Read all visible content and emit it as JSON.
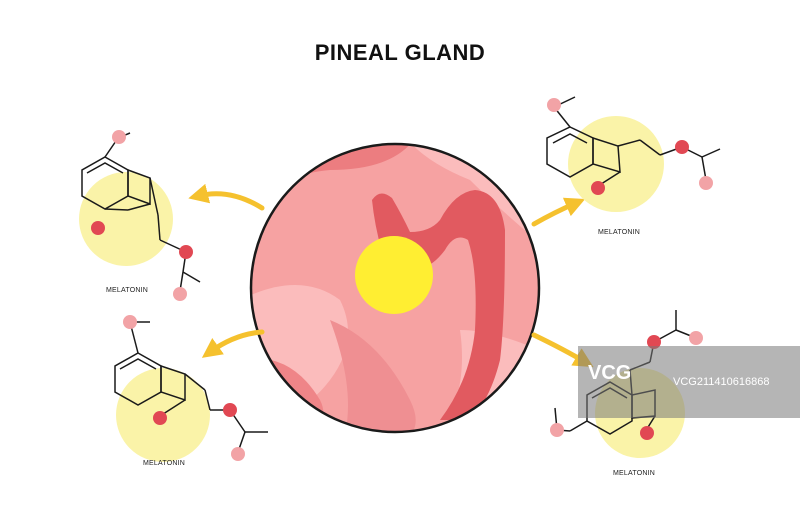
{
  "title": "PINEAL GLAND",
  "molecule_labels": [
    "MELATONIN",
    "MELATONIN",
    "MELATONIN",
    "MELATONIN"
  ],
  "watermark": {
    "logo": "VCG",
    "id": "VCG211410616868"
  },
  "colors": {
    "halo": "#faf3a8",
    "oxygen_dark": "#e14853",
    "oxygen_light": "#f2a3a6",
    "arrow": "#f5c12e",
    "gland_bg": "#f6a2a2",
    "gland_core": "#ffee32",
    "outline": "#1a1a1a"
  }
}
